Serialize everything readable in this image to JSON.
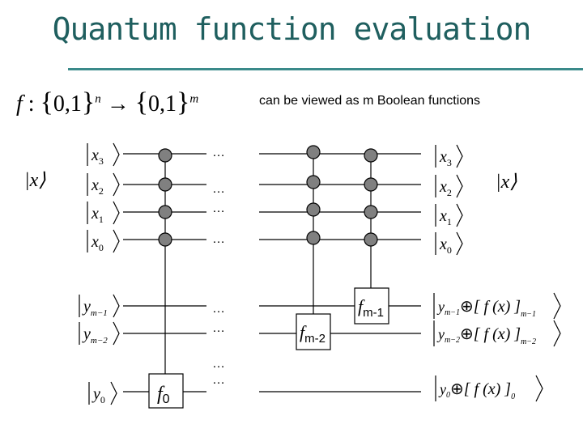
{
  "title": "Quantum function evaluation",
  "caption": "can be viewed as m Boolean functions",
  "formula": {
    "f": "f",
    "colon": " : ",
    "set_open": "{",
    "set_body": "0,1",
    "set_close": "}",
    "exp_n": "n",
    "arrow": " → ",
    "exp_m": "m"
  },
  "left_state": "|x⟩",
  "right_state": "|x⟩",
  "input_labels": {
    "x3": {
      "base": "x",
      "sub": "3"
    },
    "x2": {
      "base": "x",
      "sub": "2"
    },
    "x1": {
      "base": "x",
      "sub": "1"
    },
    "x0": {
      "base": "x",
      "sub": "0"
    },
    "ym1": {
      "base": "y",
      "sub": "m−1"
    },
    "ym2": {
      "base": "y",
      "sub": "m−2"
    },
    "y0": {
      "base": "y",
      "sub": "0"
    }
  },
  "output_labels": {
    "x3": {
      "base": "x",
      "sub": "3"
    },
    "x2": {
      "base": "x",
      "sub": "2"
    },
    "x1": {
      "base": "x",
      "sub": "1"
    },
    "x0": {
      "base": "x",
      "sub": "0"
    },
    "ym1": {
      "y": "y",
      "ysub": "m−1",
      "op": "⊕",
      "fx": "[ f (x) ]",
      "fsub": "m−1"
    },
    "ym2": {
      "y": "y",
      "ysub": "m−2",
      "op": "⊕",
      "fx": "[ f (x) ]",
      "fsub": "m−2"
    },
    "y0": {
      "y": "y",
      "ysub": "0",
      "op": "⊕",
      "fx": "[ f (x) ]",
      "fsub": "0"
    }
  },
  "ellipsis": "…",
  "gates": {
    "f0": {
      "name": "f",
      "sub": "0"
    },
    "fm2": {
      "name": "f",
      "sub": "m-2"
    },
    "fm1": {
      "name": "f",
      "sub": "m-1"
    }
  },
  "colors": {
    "title": "#1f5f5f",
    "rule": "#3a8a8a",
    "control": "#808080"
  }
}
